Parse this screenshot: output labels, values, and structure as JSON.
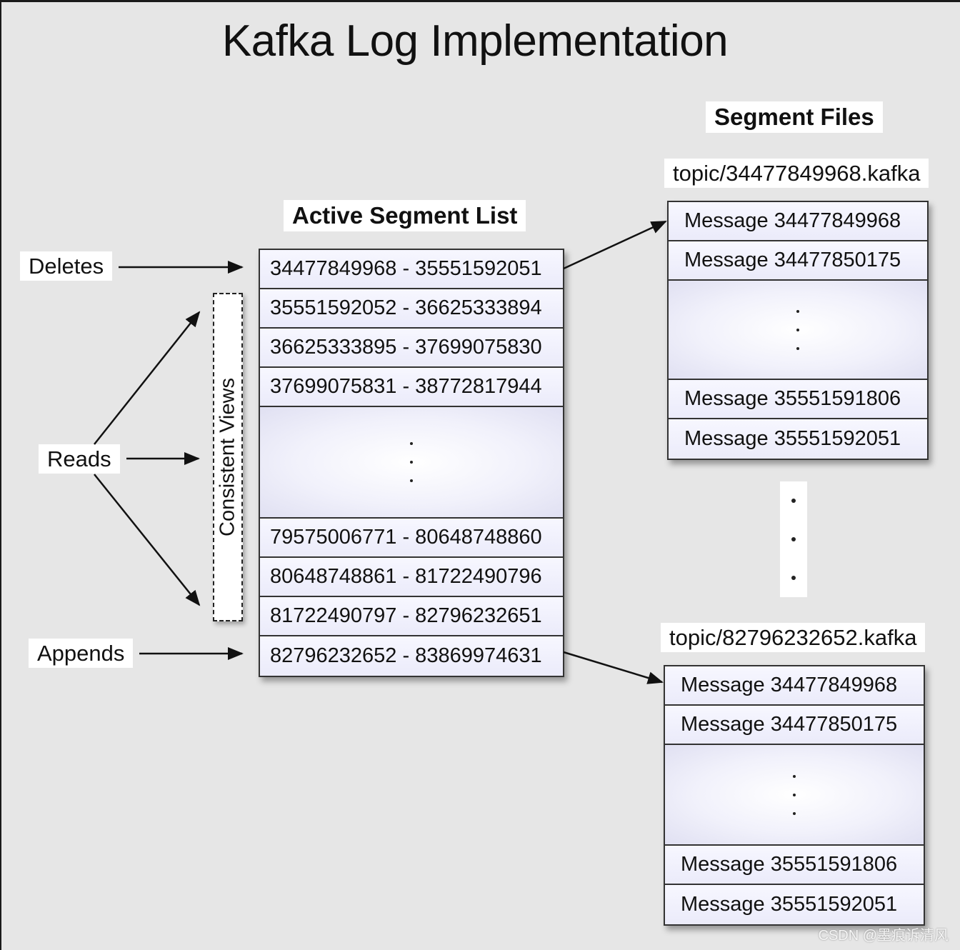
{
  "title": "Kafka Log Implementation",
  "segment_files_heading": "Segment Files",
  "active_list_heading": "Active Segment List",
  "operations": {
    "deletes": "Deletes",
    "reads": "Reads",
    "appends": "Appends"
  },
  "consistent_views": "Consistent Views",
  "active_segments_top": [
    "34477849968 - 35551592051",
    "35551592052 - 36625333894",
    "36625333895 - 37699075830",
    "37699075831 - 38772817944"
  ],
  "active_segments_bottom": [
    "79575006771 - 80648748860",
    "80648748861 - 81722490796",
    "81722490797 - 82796232651",
    "82796232652 - 83869974631"
  ],
  "file1": {
    "name": "topic/34477849968.kafka",
    "messages_top": [
      "Message 34477849968",
      "Message 34477850175"
    ],
    "messages_bottom": [
      "Message 35551591806",
      "Message 35551592051"
    ]
  },
  "file2": {
    "name": "topic/82796232652.kafka",
    "messages_top": [
      "Message 34477849968",
      "Message 34477850175"
    ],
    "messages_bottom": [
      "Message 35551591806",
      "Message 35551592051"
    ]
  },
  "watermark": "CSDN @墨痕诉清风"
}
